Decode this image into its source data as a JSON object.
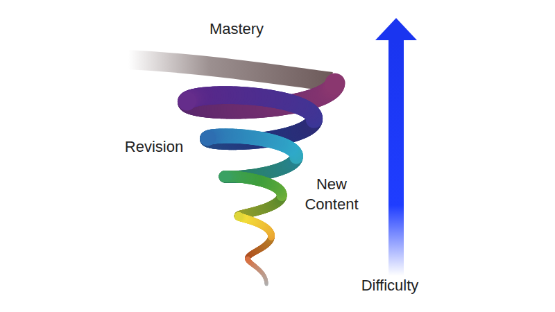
{
  "diagram": {
    "labels": [
      "Mastery",
      "Revision",
      "New Content",
      "Difficulty"
    ]
  }
}
